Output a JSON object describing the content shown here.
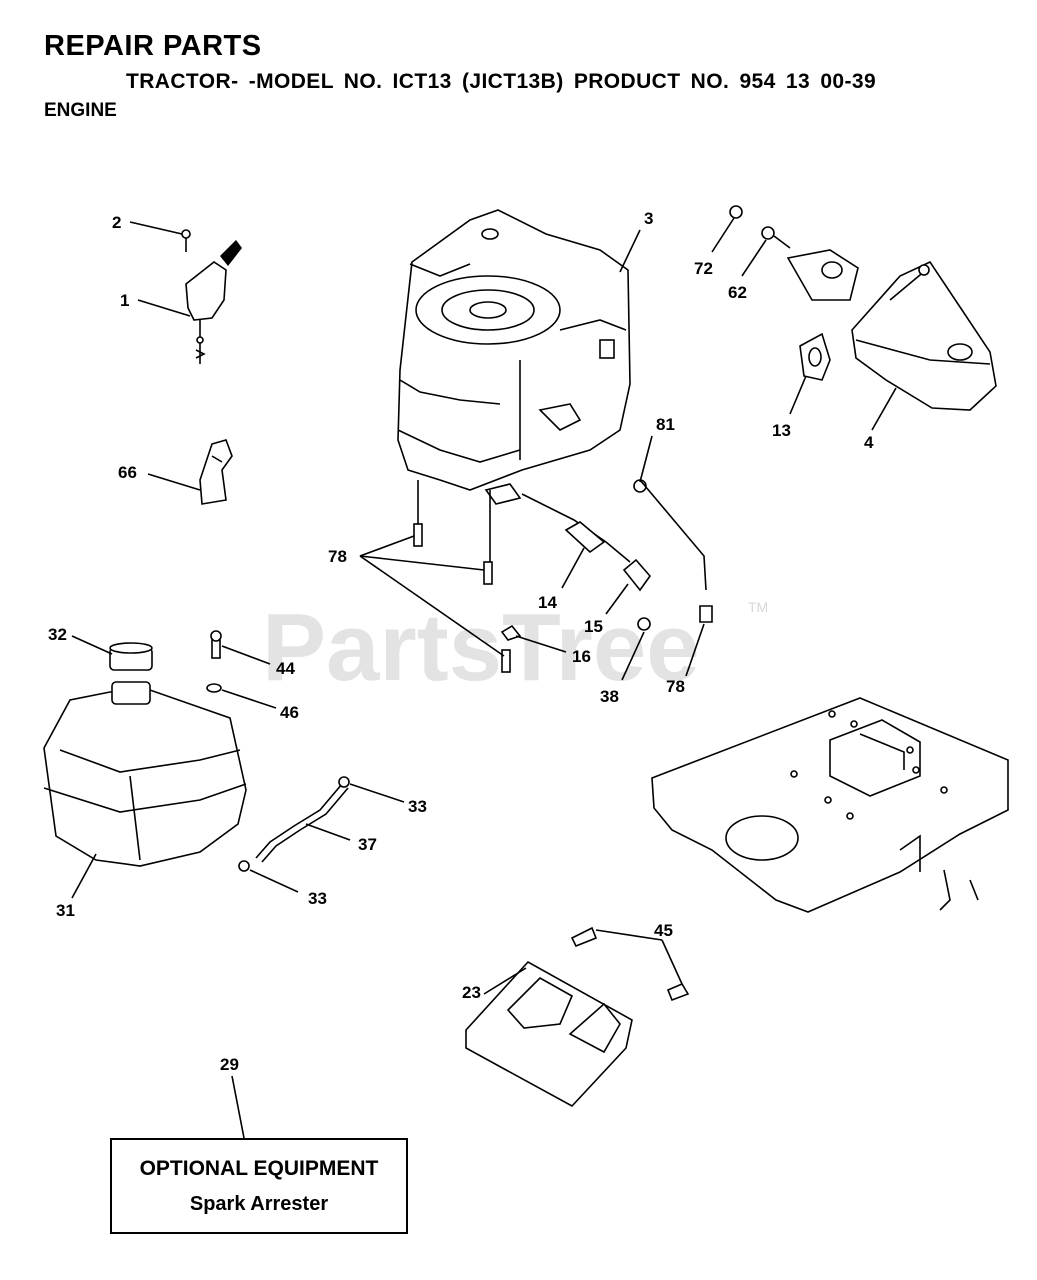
{
  "header": {
    "title": "REPAIR PARTS",
    "subtitle": "TRACTOR- -MODEL NO. ICT13 (JICT13B) PRODUCT NO. 954 13 00-39",
    "section": "ENGINE"
  },
  "watermark": {
    "text": "PartsTree",
    "trademark": "TM"
  },
  "callouts": {
    "c1": "1",
    "c2": "2",
    "c3": "3",
    "c4": "4",
    "c13": "13",
    "c14": "14",
    "c15": "15",
    "c16": "16",
    "c23": "23",
    "c29": "29",
    "c31": "31",
    "c32": "32",
    "c33a": "33",
    "c33b": "33",
    "c37": "37",
    "c38": "38",
    "c44": "44",
    "c45": "45",
    "c46": "46",
    "c62": "62",
    "c66": "66",
    "c72": "72",
    "c78a": "78",
    "c78b": "78",
    "c81": "81"
  },
  "optional_equipment": {
    "title": "OPTIONAL EQUIPMENT",
    "item": "Spark Arrester"
  }
}
